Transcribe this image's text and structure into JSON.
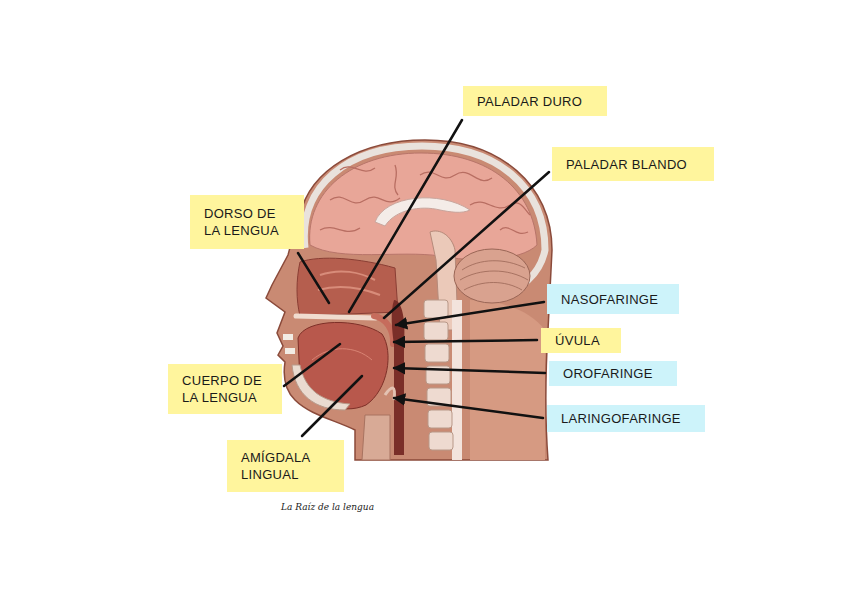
{
  "diagram": {
    "nodes": [
      {
        "text": [
          "PALADAR DURO"
        ]
      },
      {
        "text": [
          "PALADAR BLANDO"
        ]
      },
      {
        "text": [
          "DORSO DE LA LENGUA"
        ]
      },
      {
        "text": [
          "NASOFARINGE"
        ]
      },
      {
        "text": [
          "ÚVULA"
        ]
      },
      {
        "text": [
          "CUERPO DE LA LENGUA"
        ]
      },
      {
        "text": [
          "OROFARINGE"
        ]
      },
      {
        "text": [
          "LARINGOFARINGE"
        ]
      },
      {
        "text": [
          "AMÍGDALA LINGUAL"
        ]
      }
    ],
    "labels": [
      "La Raíz de la lengua"
    ]
  }
}
